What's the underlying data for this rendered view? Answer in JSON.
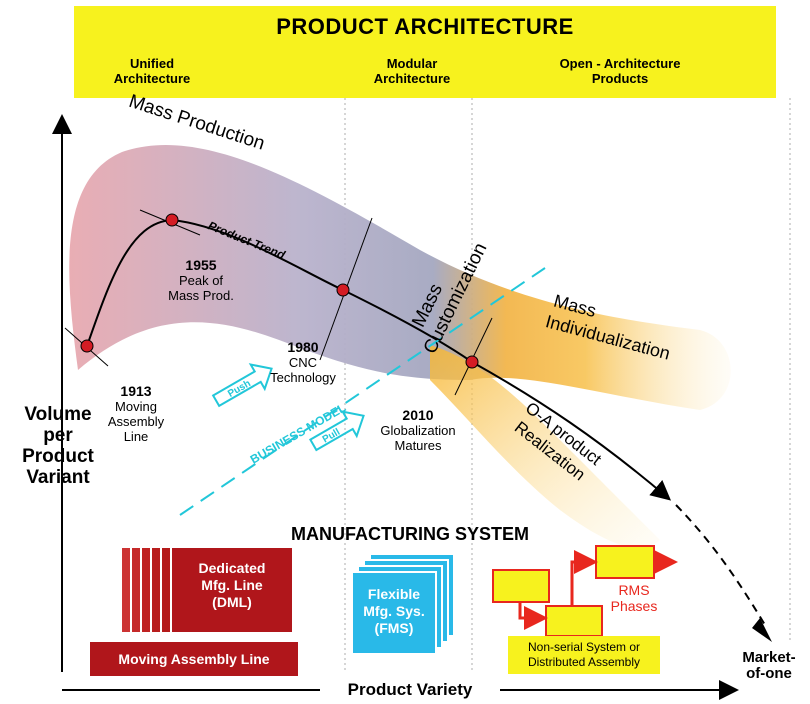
{
  "header": {
    "title": "PRODUCT ARCHITECTURE",
    "columns": [
      "Unified\nArchitecture",
      "Modular\nArchitecture",
      "Open - Architecture\nProducts"
    ]
  },
  "regions": {
    "mass_production": "Mass Production",
    "mass_customization": "Mass\nCustomization",
    "mass_individualization": "Mass\nIndividualization",
    "oa_product_realization": "O-A product\nRealization"
  },
  "trend": {
    "label": "Product Trend",
    "milestones": [
      {
        "year": "1913",
        "text": "Moving\nAssembly\nLine"
      },
      {
        "year": "1955",
        "text": "Peak of\nMass Prod."
      },
      {
        "year": "1980",
        "text": "CNC\nTechnology"
      },
      {
        "year": "2010",
        "text": "Globalization\nMatures"
      }
    ]
  },
  "business_model": {
    "label": "BUSINESS MODEL",
    "push": "Push",
    "pull": "Pull"
  },
  "axes": {
    "y_label": "Volume\nper\nProduct\nVariant",
    "x_label": "Product Variety",
    "x_end": "Market-\nof-one"
  },
  "manufacturing": {
    "title": "MANUFACTURING SYSTEM",
    "dml": "Dedicated\nMfg. Line\n(DML)",
    "moving_assembly": "Moving Assembly Line",
    "fms": "Flexible\nMfg. Sys.\n(FMS)",
    "rms": "RMS\nPhases",
    "nonserial": "Non-serial System or\nDistributed Assembly"
  },
  "colors": {
    "header_yellow": "#f7f21e",
    "dot_red": "#d41c24",
    "cyan": "#22c7d9",
    "dml_red": "#b0161b",
    "fms_blue": "#29b9e8",
    "rms_red": "#e8271e"
  }
}
